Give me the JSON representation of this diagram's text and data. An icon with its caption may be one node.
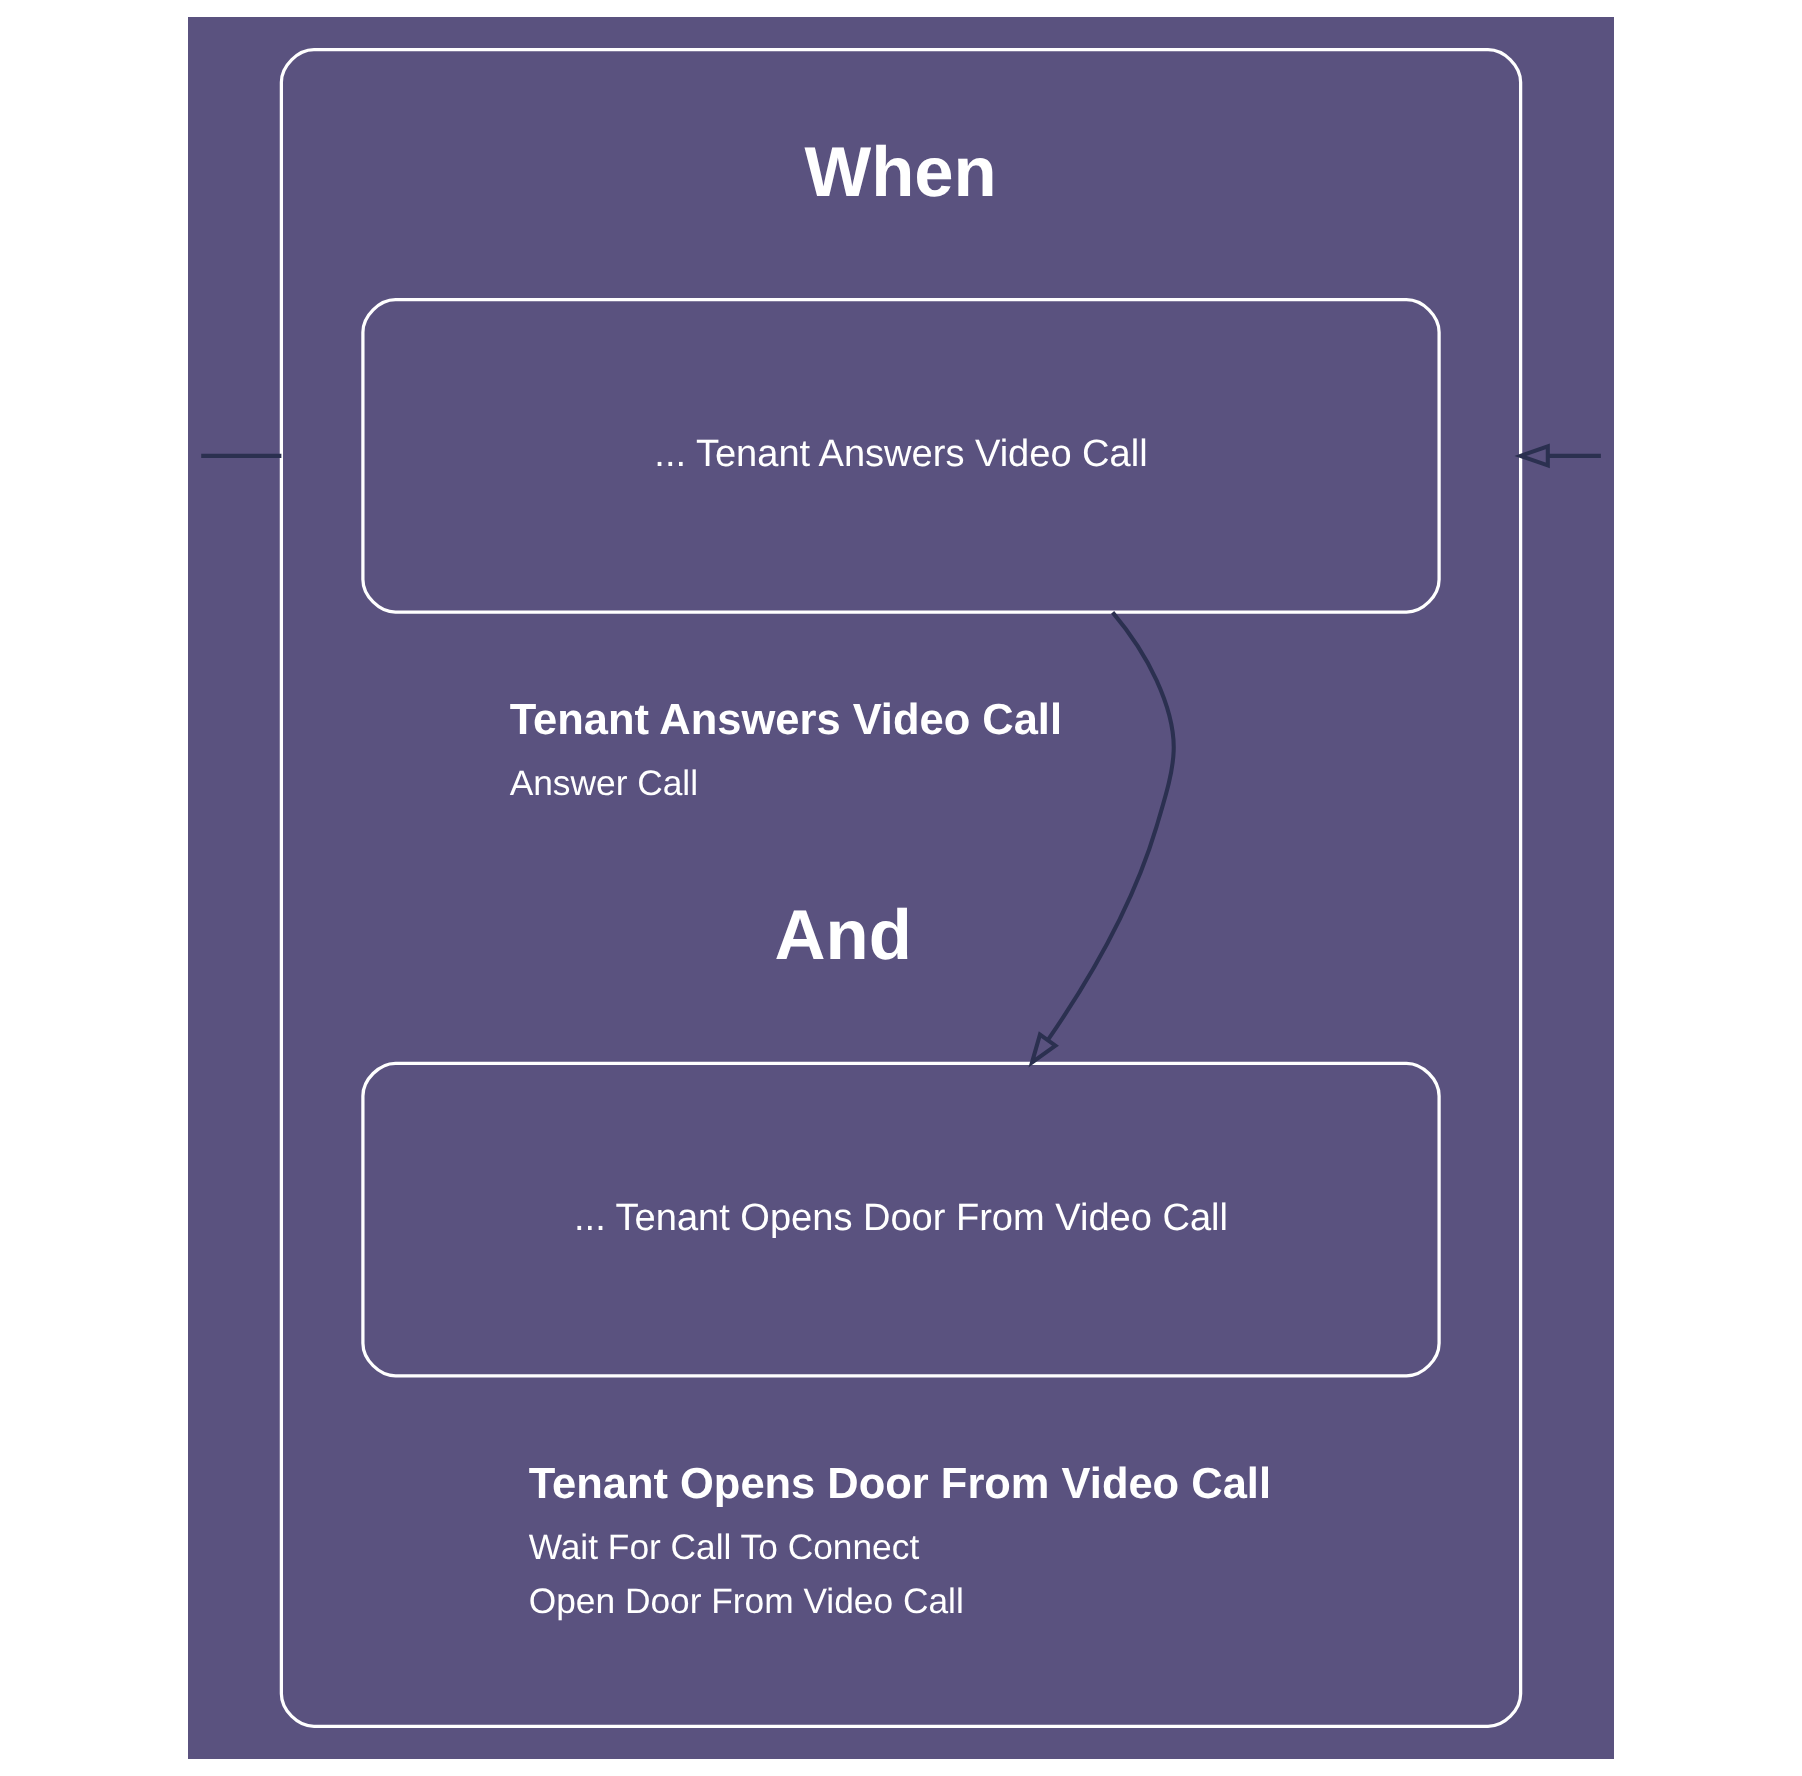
{
  "diagram": {
    "nodes": [
      {
        "text": [],
        "shape": "box"
      },
      {
        "text": [
          "... Tenant Answers Video Call"
        ],
        "in": 0,
        "beside": [
          "Tenant Answers Video Call",
          "Answer Call"
        ]
      },
      {
        "text": [
          "... Tenant Opens Door From Video Call"
        ],
        "in": 0,
        "beside": [
          "Tenant Opens Door From Video Call",
          "Wait For Call To Connect",
          "Open Door From Video Call"
        ]
      }
    ],
    "edges": [
      {
        "from": 1,
        "to": 2,
        "arrow": "to"
      },
      {
        "from": null,
        "to": 0,
        "arrow": "none"
      },
      {
        "from": null,
        "to": 0,
        "arrow": "to"
      }
    ],
    "labels": [
      "When",
      "And"
    ]
  }
}
